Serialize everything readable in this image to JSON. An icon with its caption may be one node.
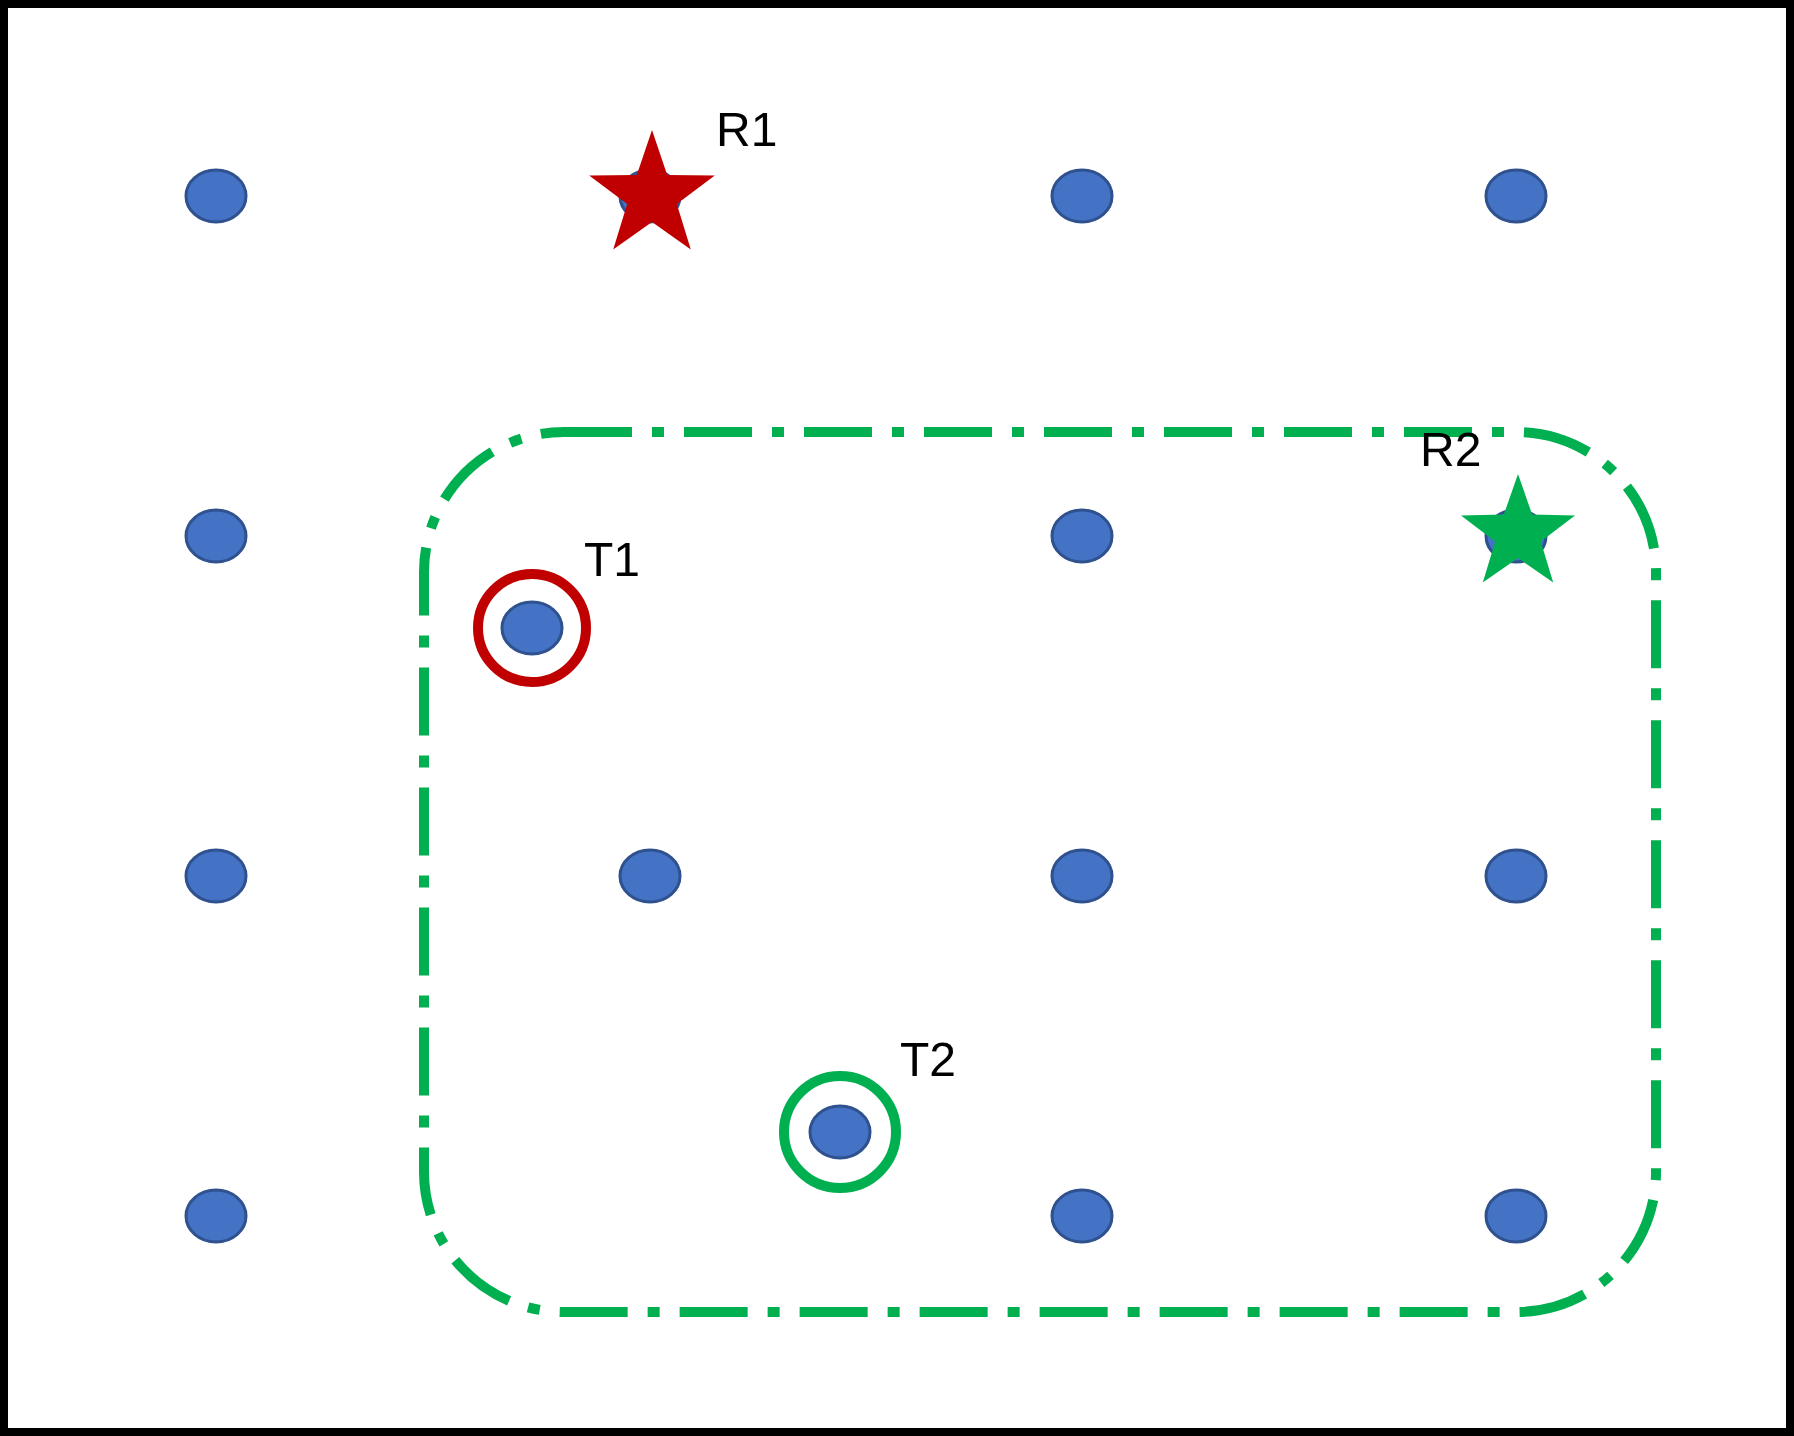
{
  "diagram": {
    "labels": [
      "R1",
      "R2",
      "T1",
      "T2"
    ]
  }
}
